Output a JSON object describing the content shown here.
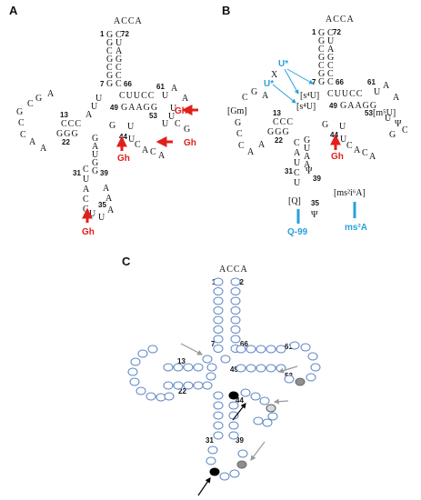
{
  "panels": {
    "a": {
      "label": "A",
      "acceptor": {
        "cca": "ACCA",
        "n1": "1",
        "n72": "72",
        "n7": "7",
        "n66": "66",
        "left": [
          "G",
          "G",
          "C",
          "G",
          "C",
          "G",
          "G"
        ],
        "right": [
          "C",
          "U",
          "A",
          "G",
          "C",
          "C",
          "C"
        ]
      },
      "d_arm": {
        "n13": "13",
        "n22": "22",
        "text_ccc": "CCC",
        "text_ggg": "GGG",
        "loop": [
          "C",
          "G",
          "A",
          "G",
          "C",
          "C",
          "A",
          "A"
        ],
        "u1": "U",
        "u2": "U",
        "a1": "A"
      },
      "t_arm": {
        "n49": "49",
        "n53": "53",
        "n61": "61",
        "upper": "CUUCC",
        "lower": "GAAGG",
        "loop": [
          "U",
          "A",
          "A",
          "U",
          "U",
          "C",
          "G",
          "U"
        ]
      },
      "anticodon": {
        "n31": "31",
        "n39": "39",
        "n35": "35",
        "n44": "44",
        "left": [
          "C",
          "U",
          "A",
          "C",
          "C"
        ],
        "right": [
          "G",
          "A",
          "U",
          "G",
          "G"
        ],
        "loop": [
          "U",
          "U",
          "A",
          "A",
          "A"
        ],
        "var": [
          "G",
          "U",
          "C",
          "A",
          "C",
          "A",
          "U"
        ]
      },
      "gh": [
        "Gh",
        "Gh",
        "Gh",
        "Gh"
      ]
    },
    "b": {
      "label": "B",
      "acceptor": {
        "cca": "ACCA",
        "n1": "1",
        "n72": "72",
        "n7": "7",
        "n66": "66",
        "left": [
          "G",
          "G",
          "C",
          "G",
          "C",
          "G",
          "G"
        ],
        "right": [
          "C",
          "U",
          "A",
          "G",
          "C",
          "C",
          "C"
        ]
      },
      "mods": {
        "s4u_a": "[s⁴U]",
        "s4u_b": "[s⁴U]",
        "gm": "[Gm]",
        "m5u": "[m⁵U]",
        "psi1": "Ψ",
        "psi2": "Ψ",
        "psi3": "Ψ",
        "q": "[Q]",
        "ms2i6a": "[ms²i⁶A]"
      },
      "uv": {
        "u1": "U*",
        "u2": "U*",
        "x": "X"
      },
      "d_arm": {
        "n13": "13",
        "n22": "22",
        "text_ccc": "CCC",
        "text_ggg": "GGG",
        "loop": [
          "C",
          "G",
          "A",
          "G",
          "C",
          "C",
          "A",
          "A"
        ]
      },
      "t_arm": {
        "n49": "49",
        "n53": "53",
        "n61": "61",
        "upper": "CUUCC",
        "lower": "GAAGG",
        "loop": [
          "U",
          "A",
          "A",
          "U",
          "C",
          "G"
        ]
      },
      "anticodon": {
        "n31": "31",
        "n39": "39",
        "n35": "35",
        "n44": "44",
        "left": [
          "C",
          "A",
          "U",
          "C",
          "U"
        ],
        "right": [
          "G",
          "U",
          "A",
          "A"
        ],
        "var": [
          "G",
          "U",
          "C",
          "A",
          "C",
          "A",
          "U"
        ]
      },
      "gh": "Gh",
      "q99": "Q-99",
      "ms2a": "ms²A"
    },
    "c": {
      "label": "C",
      "cca": "ACCA",
      "numbers": {
        "n1": "1",
        "n72": "72",
        "n7": "7",
        "n66": "66",
        "n61": "61",
        "n13": "13",
        "n49": "49",
        "n53": "53",
        "n22": "22",
        "n44": "44",
        "n31": "31",
        "n39": "39"
      }
    }
  },
  "colors": {
    "ink": "#111111",
    "red": "#e0201b",
    "blue": "#2aa0db",
    "circle": "#5b84c4",
    "grey": "#999999",
    "dark": "#000000"
  }
}
